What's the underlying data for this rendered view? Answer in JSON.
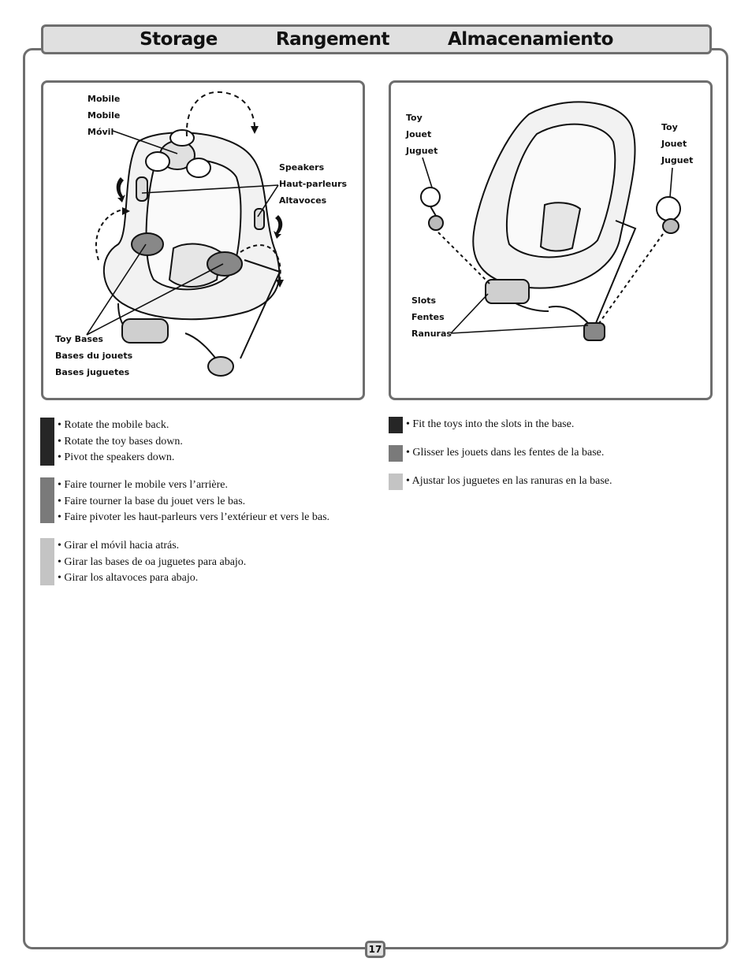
{
  "title": {
    "english": "Storage",
    "french": "Rangement",
    "spanish": "Almacenamiento"
  },
  "left_illustration": {
    "mobile_label": [
      "Mobile",
      "Mobile",
      "Móvil"
    ],
    "speakers_label": [
      "Speakers",
      "Haut-parleurs",
      "Altavoces"
    ],
    "toy_bases_label": [
      "Toy Bases",
      "Bases du jouets",
      "Bases juguetes"
    ]
  },
  "right_illustration": {
    "toy_left_label": [
      "Toy",
      "Jouet",
      "Juguet"
    ],
    "toy_right_label": [
      "Toy",
      "Jouet",
      "Juguet"
    ],
    "slots_label": [
      "Slots",
      "Fentes",
      "Ranuras"
    ]
  },
  "left_steps": {
    "english": [
      "• Rotate the mobile back.",
      "• Rotate the toy bases down.",
      "• Pivot the speakers down."
    ],
    "french": [
      "• Faire tourner le mobile vers l’arrière.",
      "• Faire tourner la base du jouet vers le bas.",
      "• Faire pivoter les haut-parleurs vers l’extérieur et vers le bas."
    ],
    "spanish": [
      "• Girar el móvil hacia atrás.",
      "• Girar las bases de oa juguetes para abajo.",
      "• Girar los altavoces para abajo."
    ]
  },
  "right_steps": {
    "english": "• Fit the toys into the slots in the base.",
    "french": "• Glisser les jouets dans les fentes de la base.",
    "spanish": "• Ajustar los juguetes en las ranuras en la base."
  },
  "language_colors": {
    "english": "#262626",
    "french": "#7a7a7a",
    "spanish": "#c4c4c4"
  },
  "page_number": "17"
}
